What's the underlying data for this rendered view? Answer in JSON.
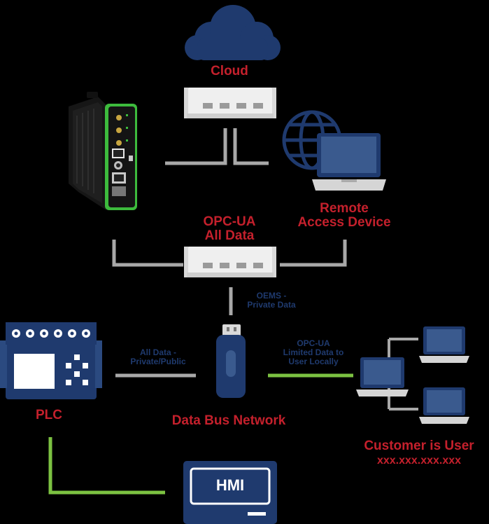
{
  "nodes": {
    "cloud": "Cloud",
    "opc_ua_all_data": [
      "OPC-UA",
      "All Data"
    ],
    "remote_access_device": [
      "Remote",
      "Access Device"
    ],
    "plc": "PLC",
    "data_bus_network": "Data Bus Network",
    "customer_is_user": "Customer is User",
    "customer_ip": "xxx.xxx.xxx.xxx",
    "hmi": "HMI"
  },
  "edges": {
    "oems_private_data": [
      "OEMS -",
      "Private Data"
    ],
    "all_data_private_public": [
      "All Data -",
      "Private/Public"
    ],
    "opc_ua_limited": [
      "OPC-UA",
      "Limited Data to",
      "User Locally"
    ]
  },
  "colors": {
    "label_red": "#c4202c",
    "label_blue": "#1f3a6e",
    "device_blue": "#1f3a6e",
    "link_gray": "#a8a8a8",
    "link_green": "#7cc242",
    "gateway_green": "#3dbb3d"
  }
}
